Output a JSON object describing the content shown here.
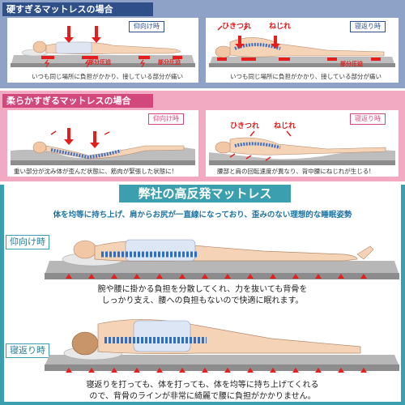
{
  "hard": {
    "title": "硬すぎるマットレスの場合",
    "panel_a": {
      "tag": "仰向け時",
      "pressure_labels": [
        "部分圧迫",
        "部分圧迫"
      ],
      "caption": "いつも同じ場所に負担がかかり、接している部分が痛い"
    },
    "panel_b": {
      "tag": "寝返り時",
      "words": [
        "ひきつれ",
        "ねじれ"
      ],
      "pressure_label": "部分圧迫",
      "caption": "いつも同じ場所に負担がかかり、接している部分が痛い"
    }
  },
  "soft": {
    "title": "柔らかすぎるマットレスの場合",
    "panel_a": {
      "tag": "仰向け時",
      "caption": "重い部分が沈み体が歪んだ状態に、筋肉が緊張した状態に!"
    },
    "panel_b": {
      "tag": "寝返り時",
      "words": [
        "ひきつれ",
        "ねじれ"
      ],
      "caption": "腰部と肩の回転速度が異なり、背中腰にねじれが生じる!"
    }
  },
  "ours": {
    "banner": "弊社の高反発マットレス",
    "subtitle": "体を均等に持ち上げ、肩からお尻が一直線になっており、歪みのない理想的な睡眠姿勢",
    "supine": {
      "tag": "仰向け時",
      "caption_line1": "腕や腰に掛かる負担を分散してくれ、力を抜いても背骨を",
      "caption_line2": "しっかり支え、腰への負担もないので快適に眠れます。"
    },
    "turning": {
      "tag": "寝返り時",
      "caption_line1": "寝返りを打っても、体を打っても、体を均等に持ち上げてくれる",
      "caption_line2": "ので、背骨のラインが非常に綺麗で腰に負担がかかりません。"
    }
  },
  "colors": {
    "hard_bg": "#8ea2c8",
    "soft_bg": "#f2a9c2",
    "ours_bg": "#3c9fb0",
    "pressure_red": "#e51d1d"
  }
}
